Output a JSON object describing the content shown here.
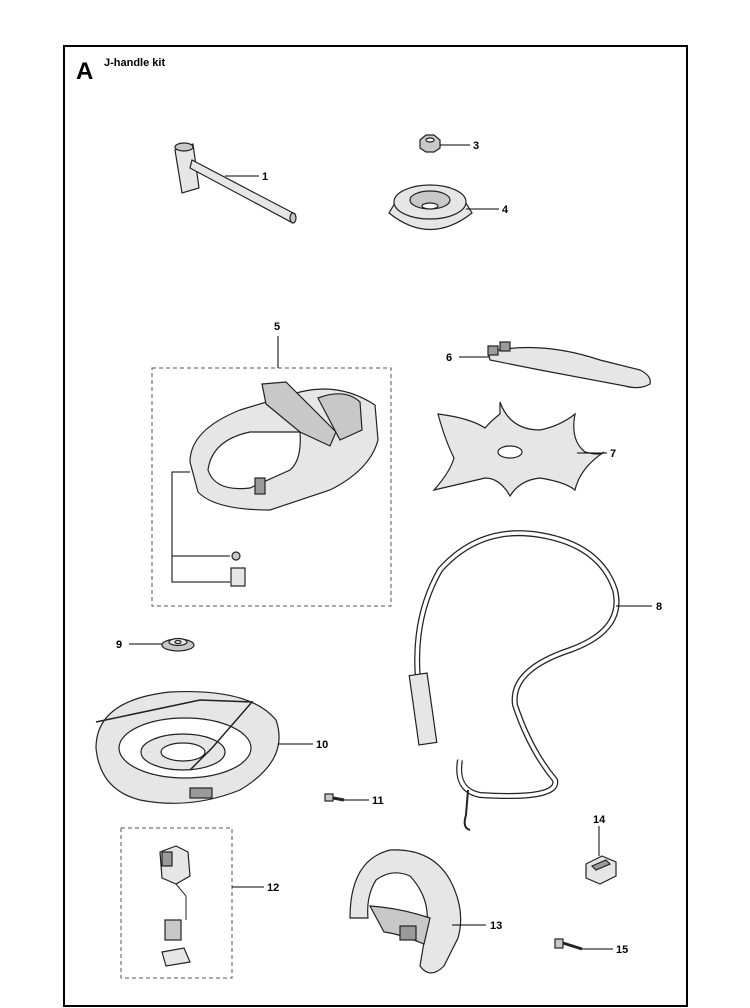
{
  "section": {
    "letter": "A",
    "title": "J-handle kit"
  },
  "parts": [
    {
      "num": "1",
      "icon": "combination-wrench-icon"
    },
    {
      "num": "3",
      "icon": "nut-icon"
    },
    {
      "num": "4",
      "icon": "support-cup-icon"
    },
    {
      "num": "5",
      "icon": "blade-guard-icon"
    },
    {
      "num": "6",
      "icon": "transport-guard-icon"
    },
    {
      "num": "7",
      "icon": "grass-blade-icon"
    },
    {
      "num": "8",
      "icon": "harness-strap-icon"
    },
    {
      "num": "9",
      "icon": "flange-washer-icon"
    },
    {
      "num": "10",
      "icon": "trimmer-guard-icon"
    },
    {
      "num": "11",
      "icon": "handle-clamp-kit-icon"
    },
    {
      "num": "12",
      "icon": "screw-icon"
    },
    {
      "num": "13",
      "icon": "loop-handle-icon"
    },
    {
      "num": "14",
      "icon": "clamp-block-icon"
    },
    {
      "num": "15",
      "icon": "bolt-icon"
    }
  ]
}
